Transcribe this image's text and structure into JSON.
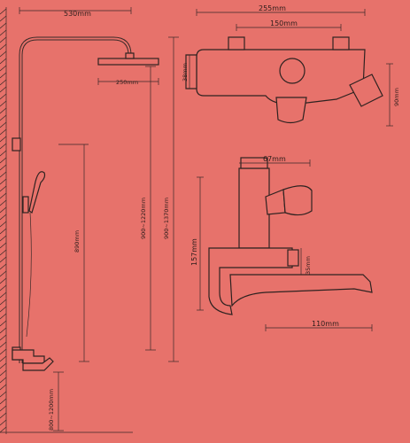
{
  "dimensions": {
    "arm_reach": "530mm",
    "head_diameter": "250mm",
    "bar_height": "900~1370mm",
    "slide_range": "900~1220mm",
    "handheld_height": "890mm",
    "install_height": "800~1200mm",
    "mixer_width": "255mm",
    "inlet_spacing": "150mm",
    "mixer_depth": "38mm",
    "outlet_height": "90mm",
    "connector_width": "67mm",
    "riser_height": "157mm",
    "knob_offset": "35mm",
    "spout_length": "110mm"
  },
  "colors": {
    "background": "#e7726b",
    "line": "#3a2a28"
  }
}
